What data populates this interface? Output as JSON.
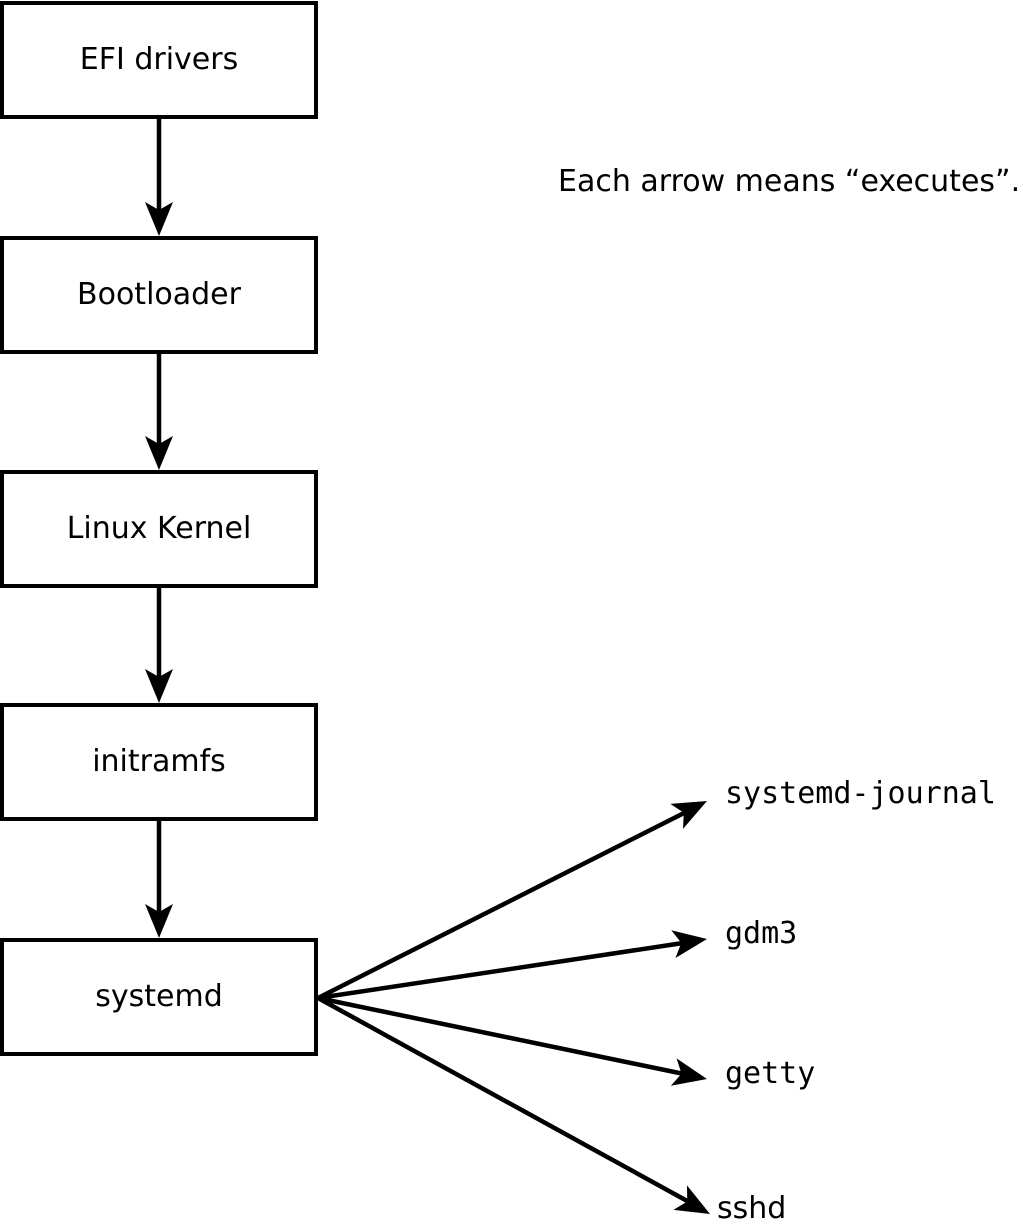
{
  "note": "Each arrow means “executes”.",
  "diagram": {
    "relation": "executes",
    "boot_chain": [
      {
        "label": "EFI drivers"
      },
      {
        "label": "Bootloader"
      },
      {
        "label": "Linux Kernel"
      },
      {
        "label": "initramfs"
      },
      {
        "label": "systemd"
      }
    ],
    "spawned_processes": [
      {
        "label": "systemd-journal"
      },
      {
        "label": "gdm3"
      },
      {
        "label": "getty"
      },
      {
        "label": "sshd"
      }
    ]
  },
  "colors": {
    "line": "#000000",
    "text": "#000000",
    "box_fill": "#ffffff",
    "background": "#ffffff"
  }
}
